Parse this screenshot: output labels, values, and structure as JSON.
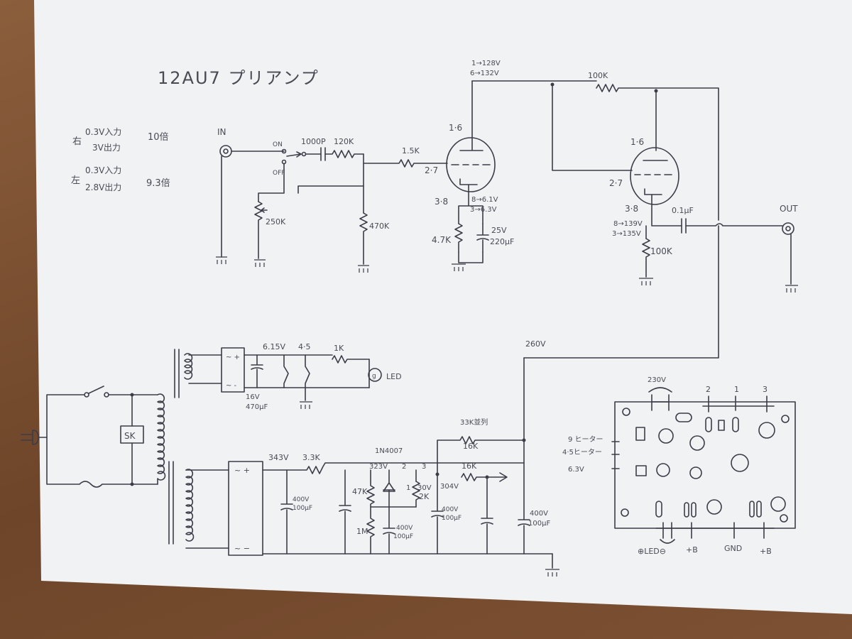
{
  "title": "12AU7 プリアンプ",
  "notes": {
    "right_label": "右",
    "right_in": "0.3V入力",
    "right_out": "3V出力",
    "right_gain": "10倍",
    "left_label": "左",
    "left_in": "0.3V入力",
    "left_out": "2.8V出力",
    "left_gain": "9.3倍"
  },
  "preamp": {
    "in_label": "IN",
    "sw_on": "ON",
    "sw_off": "OFF",
    "cap_in": "1000P",
    "r_series": "120K",
    "r_grid": "1.5K",
    "pot": "250K",
    "r_470k": "470K",
    "v1_top": "1→128V",
    "v1_bot": "6→132V",
    "v1_heater": "1·6",
    "v1_grid": "2·7",
    "v1_cath": "3·8",
    "v1_kv1": "8→6.1V",
    "v1_kv2": "3→6.3V",
    "r_k1": "4.7K",
    "c_k1_v": "25V",
    "c_k1_c": "220μF",
    "r_plate": "100K",
    "v2_heater": "1·6",
    "v2_grid": "2·7",
    "v2_cath": "3·8",
    "v2_kv1": "8→139V",
    "v2_kv2": "3→135V",
    "c_out": "0.1μF",
    "r_k2": "100K",
    "out_label": "OUT"
  },
  "heater": {
    "v_out": "6.15V",
    "v_45": "4·5",
    "r_led": "1K",
    "led": "LED",
    "cap_v": "16V",
    "cap_c": "470μF"
  },
  "power": {
    "sk": "SK",
    "v343": "343V",
    "r33k": "3.3K",
    "diode": "1N4007",
    "c1_v": "400V",
    "c1_c": "100μF",
    "r47k": "47K",
    "r1m": "1M",
    "v323": "323V",
    "c2_v": "400V",
    "c2_c": "100μF",
    "pin2": "2",
    "pin1": "1",
    "pin3": "3",
    "v30": "30V",
    "r2k": "2K",
    "v304": "304V",
    "r16k_a": "16K",
    "r33k_par": "33K並列",
    "r16k_b": "16K",
    "c3_v": "400V",
    "c3_c": "100μF",
    "c4_v": "400V",
    "c4_c": "100μF",
    "v260": "260V"
  },
  "board": {
    "v230": "230V",
    "p2": "2",
    "p1": "1",
    "p3": "3",
    "h9": "9 ヒーター",
    "h45": "4·5ヒーター",
    "h63": "6.3V",
    "led_label": "⊕LED⊖",
    "pb1": "+B",
    "gnd": "GND",
    "pb2": "+B"
  }
}
